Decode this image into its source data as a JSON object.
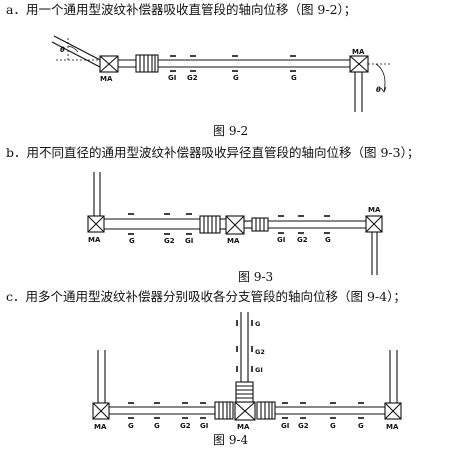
{
  "captions": {
    "a": "a．用一个通用型波纹补偿器吸收直管段的轴向位移（图 9-2）；",
    "b": "b．用不同直径的通用型波纹补偿器吸收异径直管段的轴向位移（图 9-3）；",
    "c": "c．用多个通用型波纹补偿器分别吸收各分支管段的轴向位移（图 9-4）；"
  },
  "figure_titles": {
    "fig1": "图 9-2",
    "fig2": "图 9-3",
    "fig3": "图 9-4"
  },
  "labels": {
    "ma": "MA",
    "g": "G",
    "g1": "GI",
    "g2": "G2",
    "theta": "θ"
  }
}
